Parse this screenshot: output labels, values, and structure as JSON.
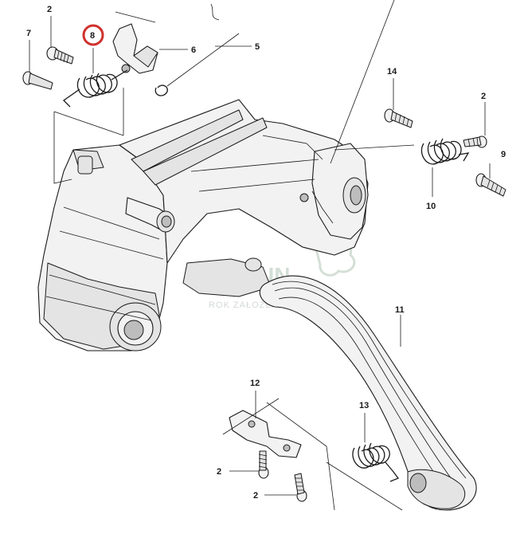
{
  "diagram": {
    "callouts": [
      {
        "id": "c2a",
        "text": "2"
      },
      {
        "id": "c7",
        "text": "7"
      },
      {
        "id": "c8",
        "text": "8",
        "highlighted": true
      },
      {
        "id": "c6",
        "text": "6"
      },
      {
        "id": "c5",
        "text": "5"
      },
      {
        "id": "c14",
        "text": "14"
      },
      {
        "id": "c2b",
        "text": "2"
      },
      {
        "id": "c9",
        "text": "9"
      },
      {
        "id": "c10",
        "text": "10"
      },
      {
        "id": "c11",
        "text": "11"
      },
      {
        "id": "c12",
        "text": "12"
      },
      {
        "id": "c13",
        "text": "13"
      },
      {
        "id": "c2c",
        "text": "2"
      },
      {
        "id": "c2d",
        "text": "2"
      }
    ],
    "highlight_color": "#d0312d",
    "watermark": {
      "brand": "ZASUN",
      "subtitle": "ROK ZAŁOŻENIA"
    }
  }
}
